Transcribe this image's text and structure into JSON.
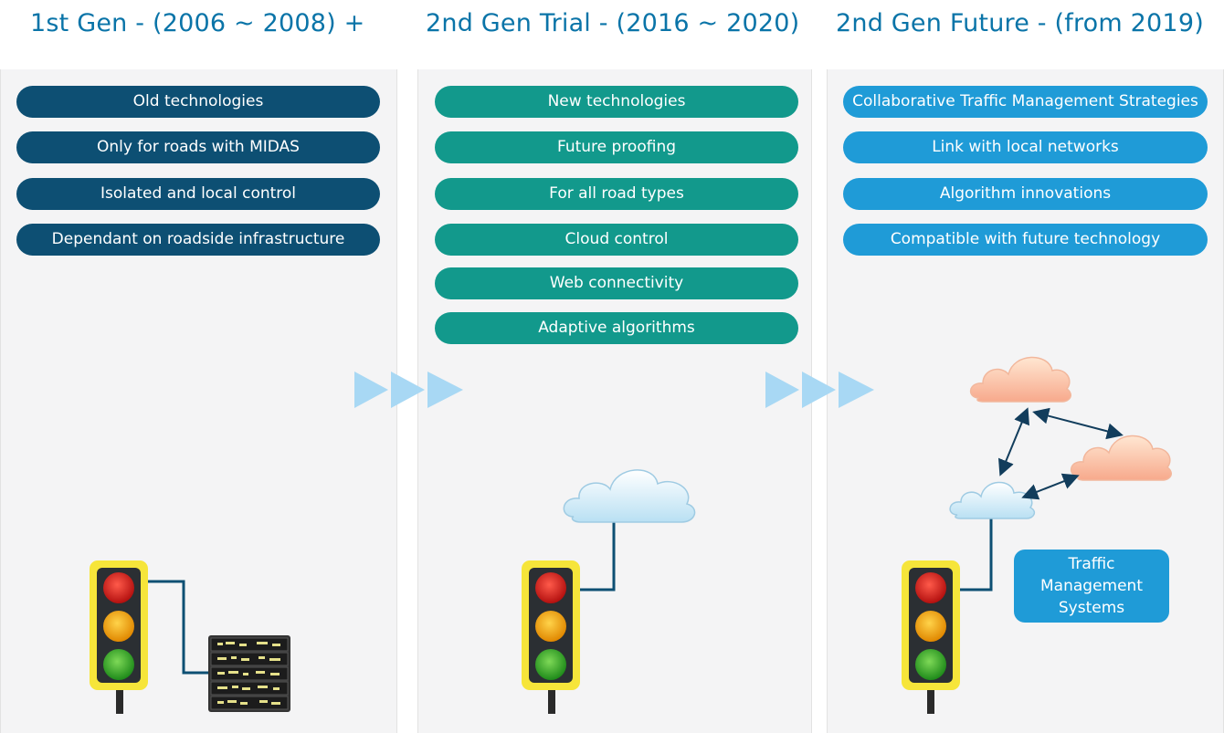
{
  "columns": [
    {
      "title": "1st Gen - (2006 ~ 2008) +",
      "items": [
        "Old technologies",
        "Only for roads with MIDAS",
        "Isolated and local control",
        "Dependant on roadside infrastructure"
      ]
    },
    {
      "title": "2nd Gen Trial - (2016 ~ 2020)",
      "items": [
        "New technologies",
        "Future proofing",
        "For all road types",
        "Cloud control",
        "Web connectivity",
        "Adaptive algorithms"
      ]
    },
    {
      "title": "2nd Gen Future - (from 2019)",
      "items": [
        "Collaborative Traffic Management Strategies",
        "Link with local networks",
        "Algorithm innovations",
        "Compatible with future technology"
      ]
    }
  ],
  "tms": {
    "line1": "Traffic",
    "line2": "Management",
    "line3": "Systems"
  },
  "colors": {
    "title": "#0a74a8",
    "dark_pill": "#0d4f73",
    "teal_pill": "#12998c",
    "blue_pill": "#1f9bd7",
    "arrow": "#a8d8f4"
  },
  "icons": [
    "traffic-light-icon",
    "server-rack-icon",
    "cloud-icon",
    "chevron-arrow-icon"
  ]
}
